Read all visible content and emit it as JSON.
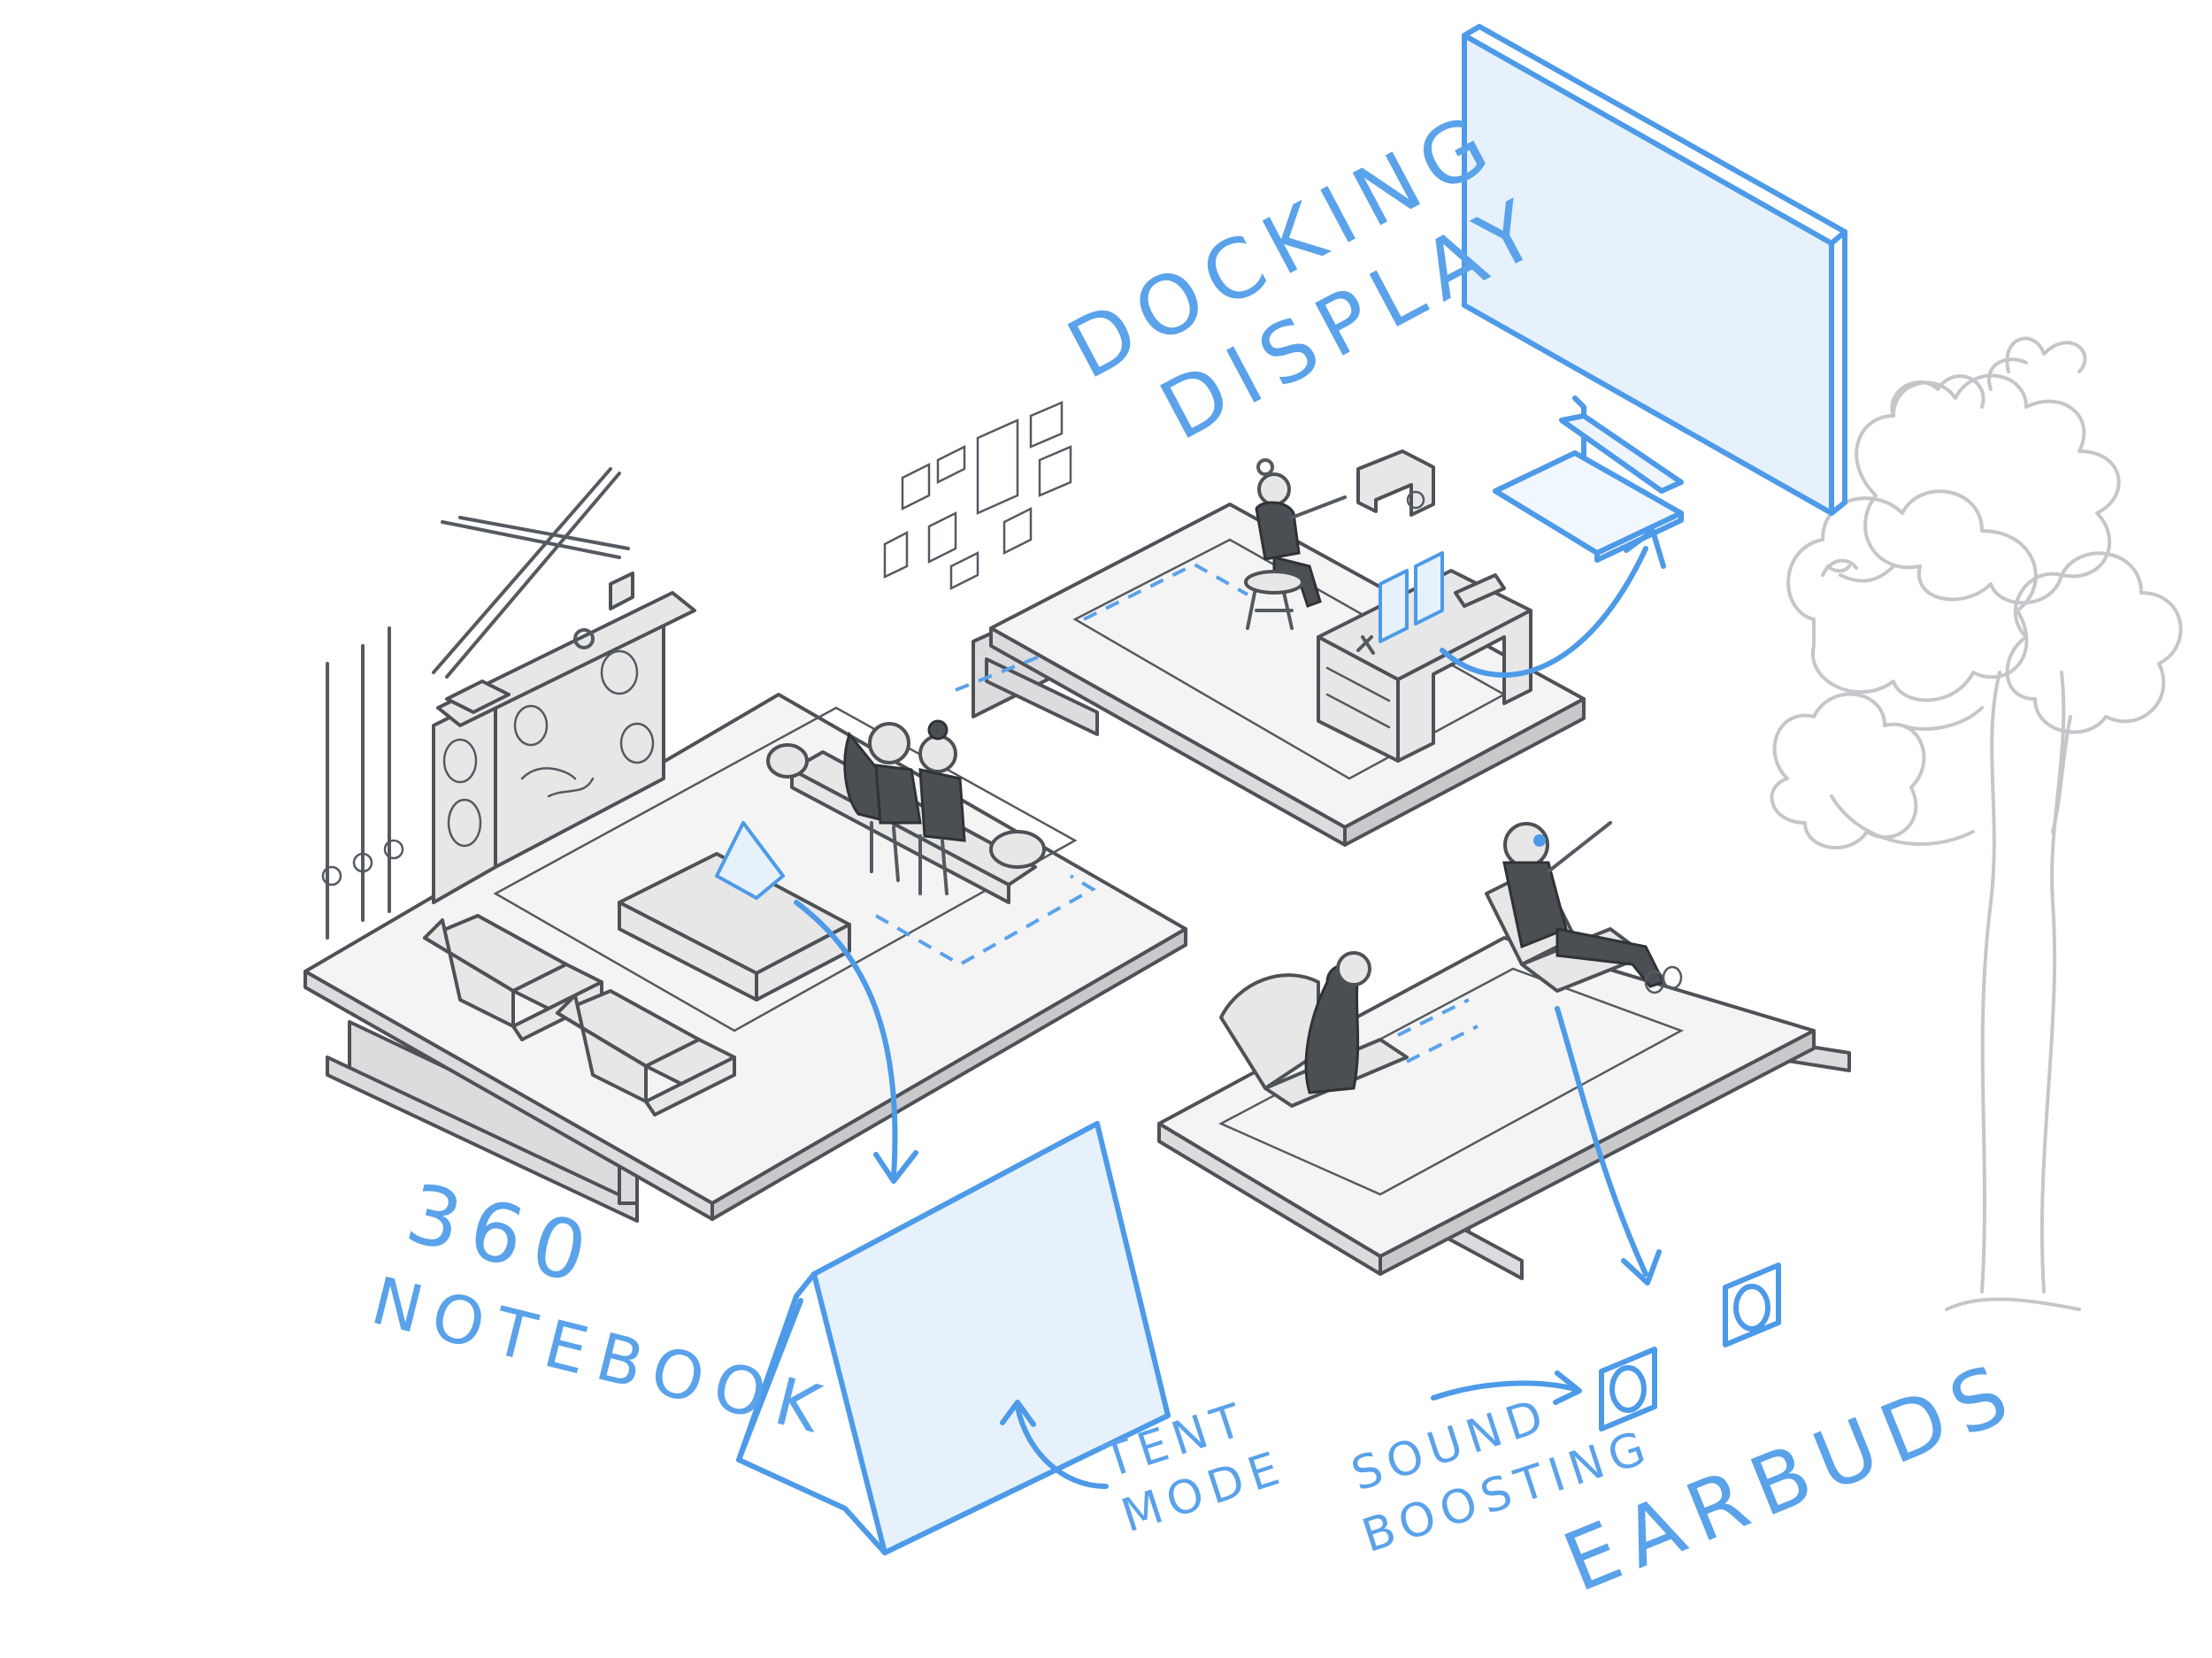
{
  "labels": {
    "docking_line1": "DOCKING",
    "docking_line2": "DISPLAY",
    "notebook_line1": "360",
    "notebook_line2": "NOTEBOOK",
    "tent_line1": "TENT",
    "tent_line2": "MODE",
    "sound_line1": "SOUND",
    "sound_line2": "BOOSTING",
    "earbuds": "EARBUDS"
  },
  "colors": {
    "accent": "#5aa2ea",
    "ink": "#4e5257",
    "tree": "#c4c6ca"
  }
}
